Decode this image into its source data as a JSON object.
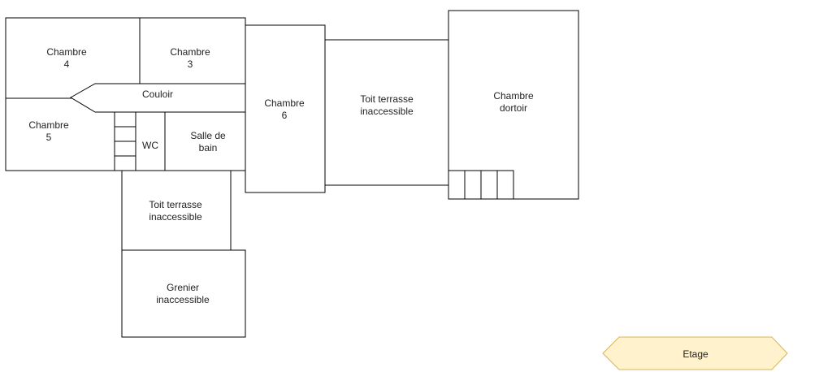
{
  "rooms": {
    "chambre4": {
      "line1": "Chambre",
      "line2": "4"
    },
    "chambre3": {
      "line1": "Chambre",
      "line2": "3"
    },
    "couloir": {
      "label": "Couloir"
    },
    "chambre5": {
      "line1": "Chambre",
      "line2": "5"
    },
    "wc": {
      "label": "WC"
    },
    "salle_de_bain": {
      "line1": "Salle de",
      "line2": "bain"
    },
    "chambre6": {
      "line1": "Chambre",
      "line2": "6"
    },
    "toit_terrasse_1": {
      "line1": "Toit terrasse",
      "line2": "inaccessible"
    },
    "chambre_dortoir": {
      "line1": "Chambre",
      "line2": "dortoir"
    },
    "toit_terrasse_2": {
      "line1": "Toit terrasse",
      "line2": "inaccessible"
    },
    "grenier": {
      "line1": "Grenier",
      "line2": "inaccessible"
    }
  },
  "legend": {
    "label": "Etage"
  },
  "colors": {
    "legend_fill": "#fff2cc",
    "legend_stroke": "#d6b656",
    "wall": "#000000"
  }
}
